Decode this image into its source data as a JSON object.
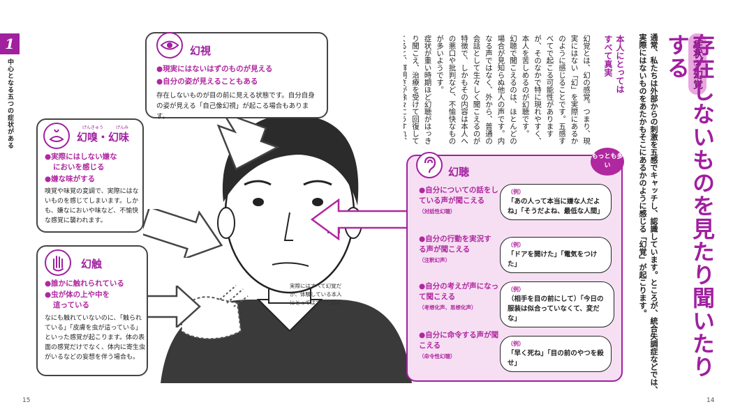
{
  "chapter": {
    "number": "1",
    "label": "中心となる五つの症状がある"
  },
  "page_left": "15",
  "page_right": "14",
  "header": {
    "badge": "症状②幻覚",
    "title": "存在しないものを見たり聞いたりする",
    "lead_1": "通常、私たちは外部からの刺激を五感でキャッチし、認識しています。ところが、統合失調症などでは、",
    "lead_2": "実際にはないものをあたかもそこにあるかのように感じる「幻覚」が起こります。"
  },
  "body_text": {
    "heading": "本人にとってはすべて真実",
    "paragraphs": [
      "幻覚とは、幻の感覚。つまり、現実にはない「幻」を実際にあるかのように感じることです。五感すべてで起こる可能性がありますが、そのなかで特に現れやすく、本人を苦しめるのが幻聴です。",
      "幻聴で聞こえるのは、ほとんどの場合が見知らぬ他人の声です。内なる声ではなく、外から、普通の会話として生々しく聞こえるのが特徴で、しかもその内容は本人への悪口や批判など、不愉快なものが多いようです。",
      "症状が重い時期ほど幻聴がはっきり聞こえ、治療を受けて回復してくると、鮮明さが徐々にうすれ、やがて消えていきます。"
    ]
  },
  "visual_box": {
    "title": "幻視",
    "icon": "eye-icon",
    "points": [
      "●現実にはないはずのものが見える",
      "●自分の姿が見えることもある"
    ],
    "desc": "存在しないものが目の前に見える状態です。自分自身の姿が見える「自己像幻視」が起こる場合もあります。"
  },
  "smell_box": {
    "title": "幻嗅・幻味",
    "ruby_1": "げんきゅう",
    "ruby_2": "げんみ",
    "icon": "lips-nose-icon",
    "points": [
      "●実際にはしない嫌な",
      "においを感じる",
      "●嫌な味がする"
    ],
    "desc": "嗅覚や味覚の変調で、実際にはないものを感じてしまいます。しかも、嫌なにおいや味など、不愉快な感覚に襲われます。"
  },
  "touch_box": {
    "title": "幻触",
    "icon": "hand-icon",
    "points": [
      "●誰かに触れられている",
      "●虫が体の上や中を",
      "這っている"
    ],
    "desc": "なにも触れていないのに、「触られている」「皮膚を虫が這っている」といった感覚が起こります。体の表面の感覚だけでなく、体内に寄生虫がいるなどの妄想を伴う場合も。"
  },
  "figure_caption": "実際にはすべて幻覚だが、体験している本人にとってはすべて現実",
  "auditory_box": {
    "title": "幻聴",
    "icon": "ear-icon",
    "most_badge": "もっとも多い",
    "items": [
      {
        "text": "●自分についての話をしている声が聞こえる",
        "note": "（対話性幻聴）",
        "example_label": "（例）",
        "example": "「あの人って本当に嫌な人だよね」「そうだよね、最低な人間」"
      },
      {
        "text": "●自分の行動を実況する声が聞こえる",
        "note": "（注釈幻声）",
        "example_label": "（例）",
        "example": "「ドアを開けた」「電気をつけた」"
      },
      {
        "text": "●自分の考えが声になって聞こえる",
        "note": "（考想化声、思想化声）",
        "example_label": "（例）",
        "example": "（相手を目の前にして）「今日の服装は似合っていなくて、変だな」"
      },
      {
        "text": "●自分に命令する声が聞こえる",
        "note": "（命令性幻聴）",
        "example_label": "（例）",
        "example": "「早く死ね」「目の前のやつを殺せ」"
      }
    ]
  },
  "colors": {
    "accent": "#a0209f",
    "tint": "#f6dff3",
    "badge_bg": "#e8a7df"
  }
}
